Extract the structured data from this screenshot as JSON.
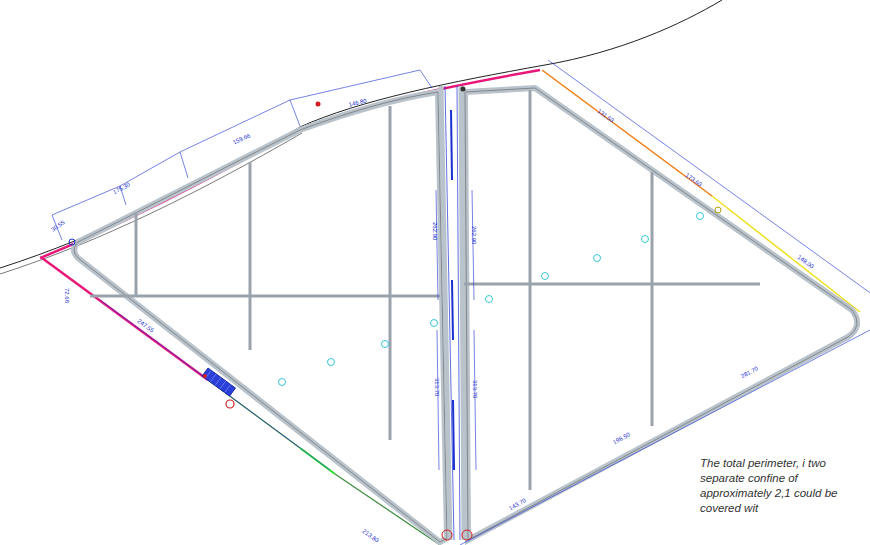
{
  "diagram": {
    "caption": "The total perimeter, i two separate confine of approximately 2,1 could be covered wit",
    "labels": [
      "146.80",
      "159.66",
      "175.30",
      "30.55",
      "72.68",
      "247.55",
      "213.80",
      "262.90",
      "262.90",
      "313.70",
      "313.70",
      "131.50",
      "173.60",
      "148.00",
      "281.70",
      "196.50",
      "143.70"
    ]
  }
}
